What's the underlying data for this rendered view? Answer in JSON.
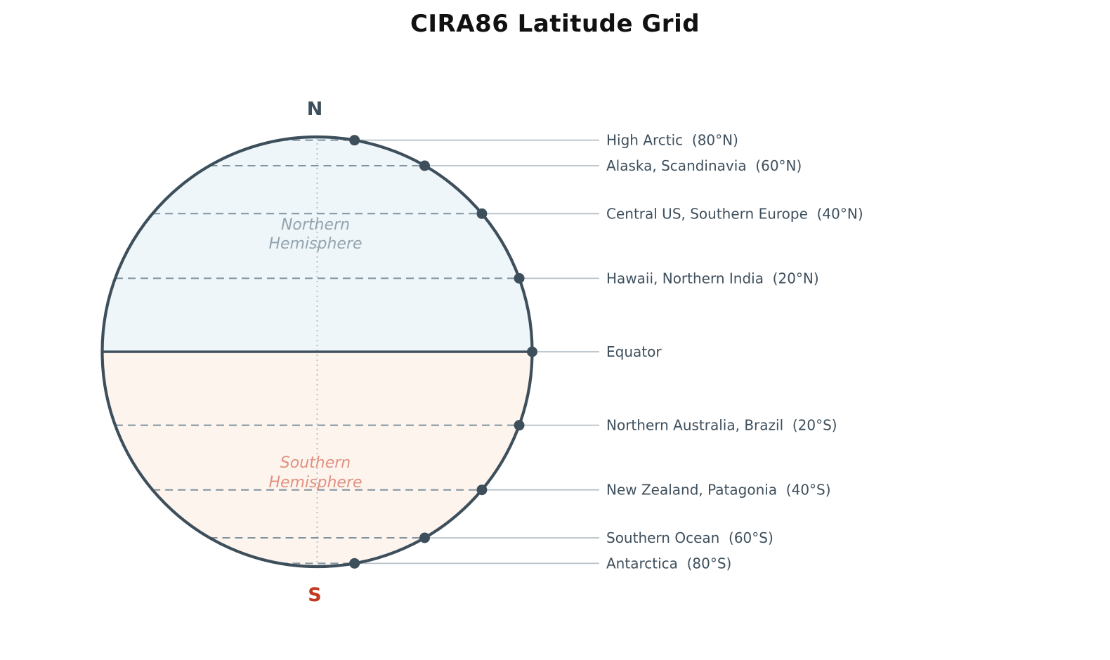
{
  "title": "CIRA86 Latitude Grid",
  "pole_labels": {
    "north": "N",
    "south": "S"
  },
  "hemisphere_labels": {
    "north": {
      "line1": "Northern",
      "line2": "Hemisphere"
    },
    "south": {
      "line1": "Southern",
      "line2": "Hemisphere"
    }
  },
  "colors": {
    "ink": "#3e4f5c",
    "title": "#111111",
    "dashed_line": "#7f929e",
    "leader_line": "#b6c0c7",
    "center_dotted_line": "#b6c3ca",
    "north_fill": "#eef6fa",
    "south_fill": "#fdf4ee",
    "north_hemisphere_text": "#93a3ad",
    "south_hemisphere_text": "#e19180",
    "south_pole_text": "#c0391e"
  },
  "chart_data": {
    "type": "diagram",
    "subject": "latitude grid on schematic Earth disc",
    "title": "CIRA86 Latitude Grid",
    "latitudes": [
      {
        "deg": 80,
        "label": "High Arctic  (80°N)"
      },
      {
        "deg": 60,
        "label": "Alaska, Scandinavia  (60°N)"
      },
      {
        "deg": 40,
        "label": "Central US, Southern Europe  (40°N)"
      },
      {
        "deg": 20,
        "label": "Hawaii, Northern India  (20°N)"
      },
      {
        "deg": 0,
        "label": "Equator"
      },
      {
        "deg": -20,
        "label": "Northern Australia, Brazil  (20°S)"
      },
      {
        "deg": -40,
        "label": "New Zealand, Patagonia  (40°S)"
      },
      {
        "deg": -60,
        "label": "Southern Ocean  (60°S)"
      },
      {
        "deg": -80,
        "label": "Antarctica  (80°S)"
      }
    ]
  }
}
